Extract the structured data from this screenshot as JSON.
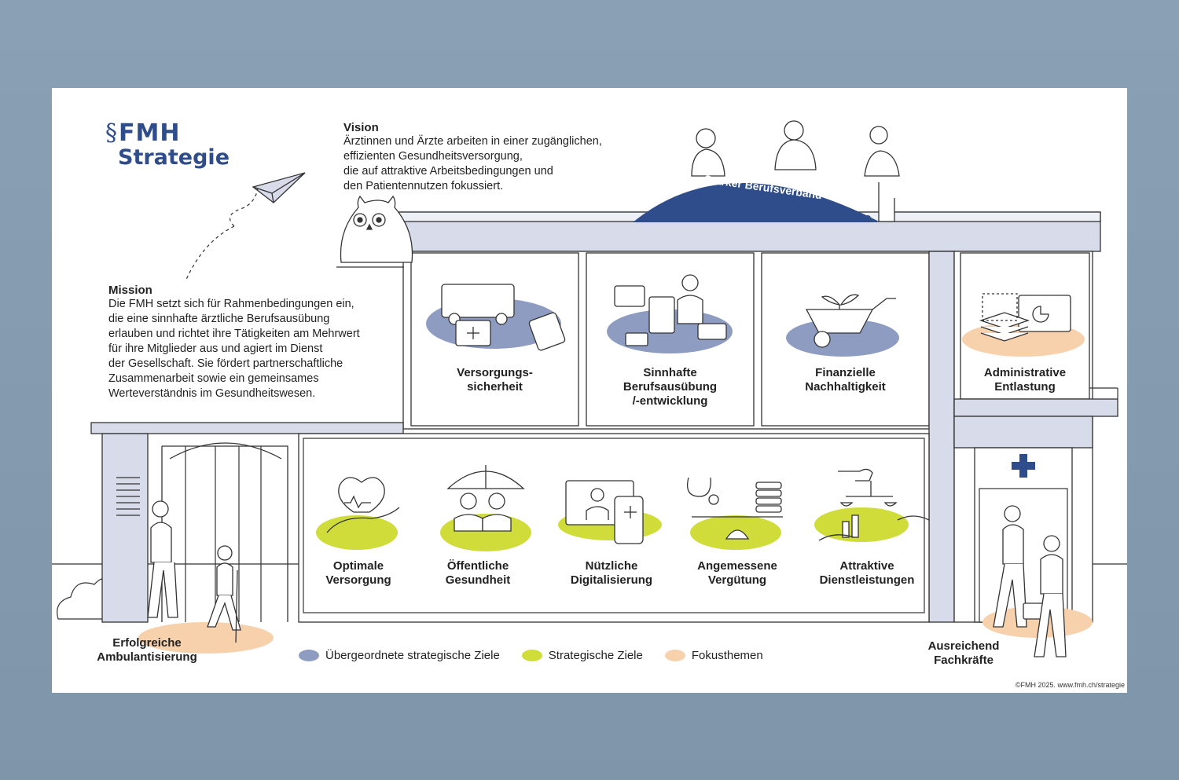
{
  "brand": {
    "logo_top": "FMH",
    "logo_bottom": "Strategie"
  },
  "vision": {
    "title": "Vision",
    "lines": [
      "Ärztinnen und Ärzte arbeiten in einer zugänglichen,",
      "effizienten Gesundheitsversorgung,",
      "die auf attraktive Arbeitsbedingungen und",
      "den Patientennutzen fokussiert."
    ]
  },
  "mission": {
    "title": "Mission",
    "lines": [
      "Die FMH setzt sich für Rahmenbedingungen ein,",
      "die eine sinnhafte ärztliche Berufsausübung",
      "erlauben und richtet ihre Tätigkeiten am Mehrwert",
      "für ihre Mitglieder aus und agiert im Dienst",
      "der Gesellschaft. Sie fördert partnerschaftliche",
      "Zusammenarbeit sowie ein gemeinsames",
      "Werteverständnis im Gesundheitswesen."
    ]
  },
  "dome_label": "Starker Berufsverband",
  "upper_goals": [
    {
      "line1": "Versorgungs-",
      "line2": "sicherheit",
      "line3": ""
    },
    {
      "line1": "Sinnhafte",
      "line2": "Berufsausübung",
      "line3": "/-entwicklung"
    },
    {
      "line1": "Finanzielle",
      "line2": "Nachhaltigkeit",
      "line3": ""
    },
    {
      "line1": "Administrative",
      "line2": "Entlastung",
      "line3": ""
    }
  ],
  "lower_goals": [
    {
      "line1": "Optimale",
      "line2": "Versorgung"
    },
    {
      "line1": "Öffentliche",
      "line2": "Gesundheit"
    },
    {
      "line1": "Nützliche",
      "line2": "Digitalisierung"
    },
    {
      "line1": "Angemessene",
      "line2": "Vergütung"
    },
    {
      "line1": "Attraktive",
      "line2": "Dienstleistungen"
    }
  ],
  "focus_left": {
    "line1": "Erfolgreiche",
    "line2": "Ambulantisierung"
  },
  "focus_right": {
    "line1": "Ausreichend",
    "line2": "Fachkräfte"
  },
  "legend": [
    {
      "label": "Übergeordnete strategische Ziele",
      "color": "#8e9cc2"
    },
    {
      "label": "Strategische Ziele",
      "color": "#cfdc3a"
    },
    {
      "label": "Fokusthemen",
      "color": "#f7d0ac"
    }
  ],
  "copyright": "©FMH 2025. www.fmh.ch/strategie",
  "colors": {
    "navy": "#2f4d8a",
    "building": "#d7dbea",
    "blue_blob": "#8e9cc2",
    "lime": "#cfdc3a",
    "peach": "#f7d0ac"
  }
}
